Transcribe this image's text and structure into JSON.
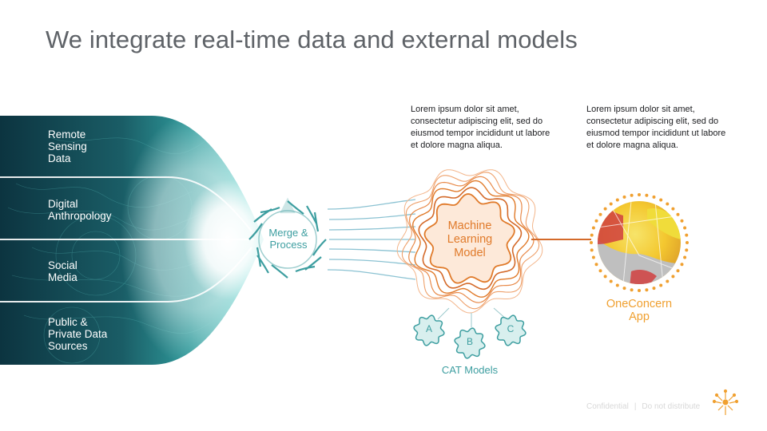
{
  "title": "We integrate real-time data and external models",
  "sources": [
    {
      "lines": [
        "Remote",
        "Sensing",
        "Data"
      ]
    },
    {
      "lines": [
        "Digital",
        "Anthropology"
      ]
    },
    {
      "lines": [
        "Social",
        "Media"
      ]
    },
    {
      "lines": [
        "Public &",
        "Private Data",
        "Sources"
      ]
    }
  ],
  "merge": {
    "lines": [
      "Merge &",
      "Process"
    ]
  },
  "ml_model": {
    "lines": [
      "Machine",
      "Learning",
      "Model"
    ]
  },
  "descriptions": [
    "Lorem ipsum dolor sit amet, consectetur adipiscing elit, sed do eiusmod tempor incididunt ut labore et dolore magna aliqua.",
    "Lorem ipsum dolor sit amet, consectetur adipiscing elit, sed do eiusmod tempor incididunt ut labore et dolore magna aliqua."
  ],
  "app": {
    "lines": [
      "OneConcern",
      "App"
    ]
  },
  "cat_models": {
    "label": "CAT Models",
    "items": [
      "A",
      "B",
      "C"
    ]
  },
  "footer": {
    "confidential": "Confidential",
    "separator": "|",
    "distribution": "Do not distribute"
  },
  "colors": {
    "teal_dark": "#0f3f4a",
    "teal": "#3d9ea0",
    "orange": "#e07a2a",
    "app_orange": "#f0a030",
    "title_gray": "#5f6368"
  }
}
